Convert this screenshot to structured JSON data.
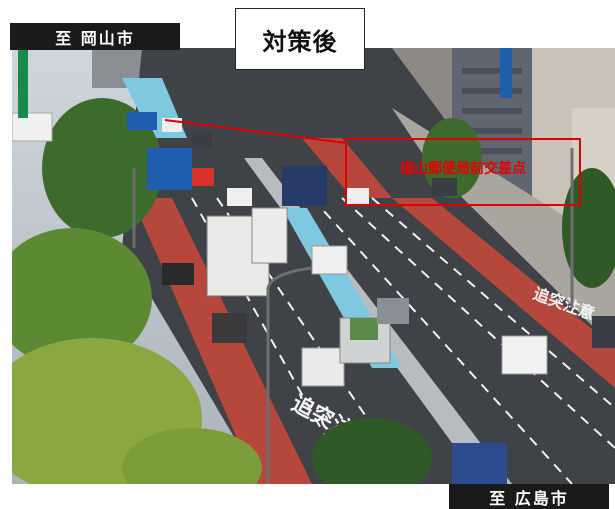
{
  "labels": {
    "to_okayama": "至 岡山市",
    "after": "対策後",
    "to_hiroshima": "至 広島市",
    "intersection": "福山郵便局前交差点"
  },
  "road_markings": {
    "left_lane": "追突注意",
    "right_lane": "追突注意"
  },
  "colors": {
    "accent_red": "#e00000",
    "label_bg": "#1a1a1a",
    "lane_red": "#b5473d",
    "lane_blue": "#7ec9e0"
  }
}
